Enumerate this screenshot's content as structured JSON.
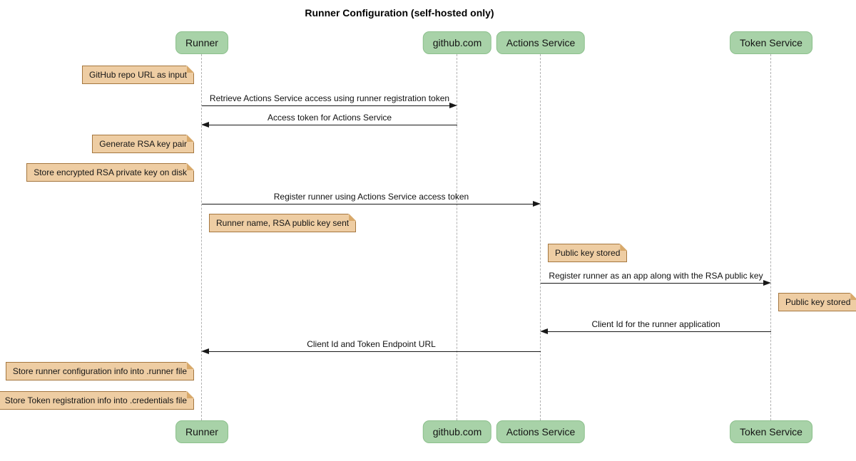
{
  "title": "Runner Configuration (self-hosted only)",
  "participants": [
    {
      "name": "Runner"
    },
    {
      "name": "github.com"
    },
    {
      "name": "Actions Service"
    },
    {
      "name": "Token Service"
    }
  ],
  "messages": [
    {
      "from": "Runner",
      "to": "github.com",
      "label": "Retrieve Actions Service access using runner registration token"
    },
    {
      "from": "github.com",
      "to": "Runner",
      "label": "Access token for Actions Service"
    },
    {
      "from": "Runner",
      "to": "Actions Service",
      "label": "Register runner using Actions Service access token"
    },
    {
      "from": "Actions Service",
      "to": "Token Service",
      "label": "Register runner as an app along with the RSA public key"
    },
    {
      "from": "Token Service",
      "to": "Actions Service",
      "label": "Client Id for the runner application"
    },
    {
      "from": "Actions Service",
      "to": "Runner",
      "label": "Client Id and Token Endpoint URL"
    }
  ],
  "notes": [
    {
      "position": "left of Runner",
      "text": "GitHub repo URL as input"
    },
    {
      "position": "left of Runner",
      "text": "Generate RSA key pair"
    },
    {
      "position": "left of Runner",
      "text": "Store encrypted RSA private key on disk"
    },
    {
      "position": "right of Runner",
      "text": "Runner name, RSA public key sent"
    },
    {
      "position": "right of Actions Service",
      "text": "Public key stored"
    },
    {
      "position": "right of Token Service",
      "text": "Public key stored"
    },
    {
      "position": "left of Runner",
      "text": "Store runner configuration info into .runner file"
    },
    {
      "position": "left of Runner",
      "text": "Store Token registration info into .credentials file"
    }
  ],
  "colors": {
    "background": "#FFFFFF",
    "participant_fill": "#A8D2A8",
    "participant_border": "#8CC08C",
    "note_fill": "#EECDA3",
    "note_border": "#A5773F",
    "note_fold": "#D8A96B",
    "lifeline": "#B1B1B1",
    "arrow": "#181818",
    "text": "#1A1A1A"
  }
}
